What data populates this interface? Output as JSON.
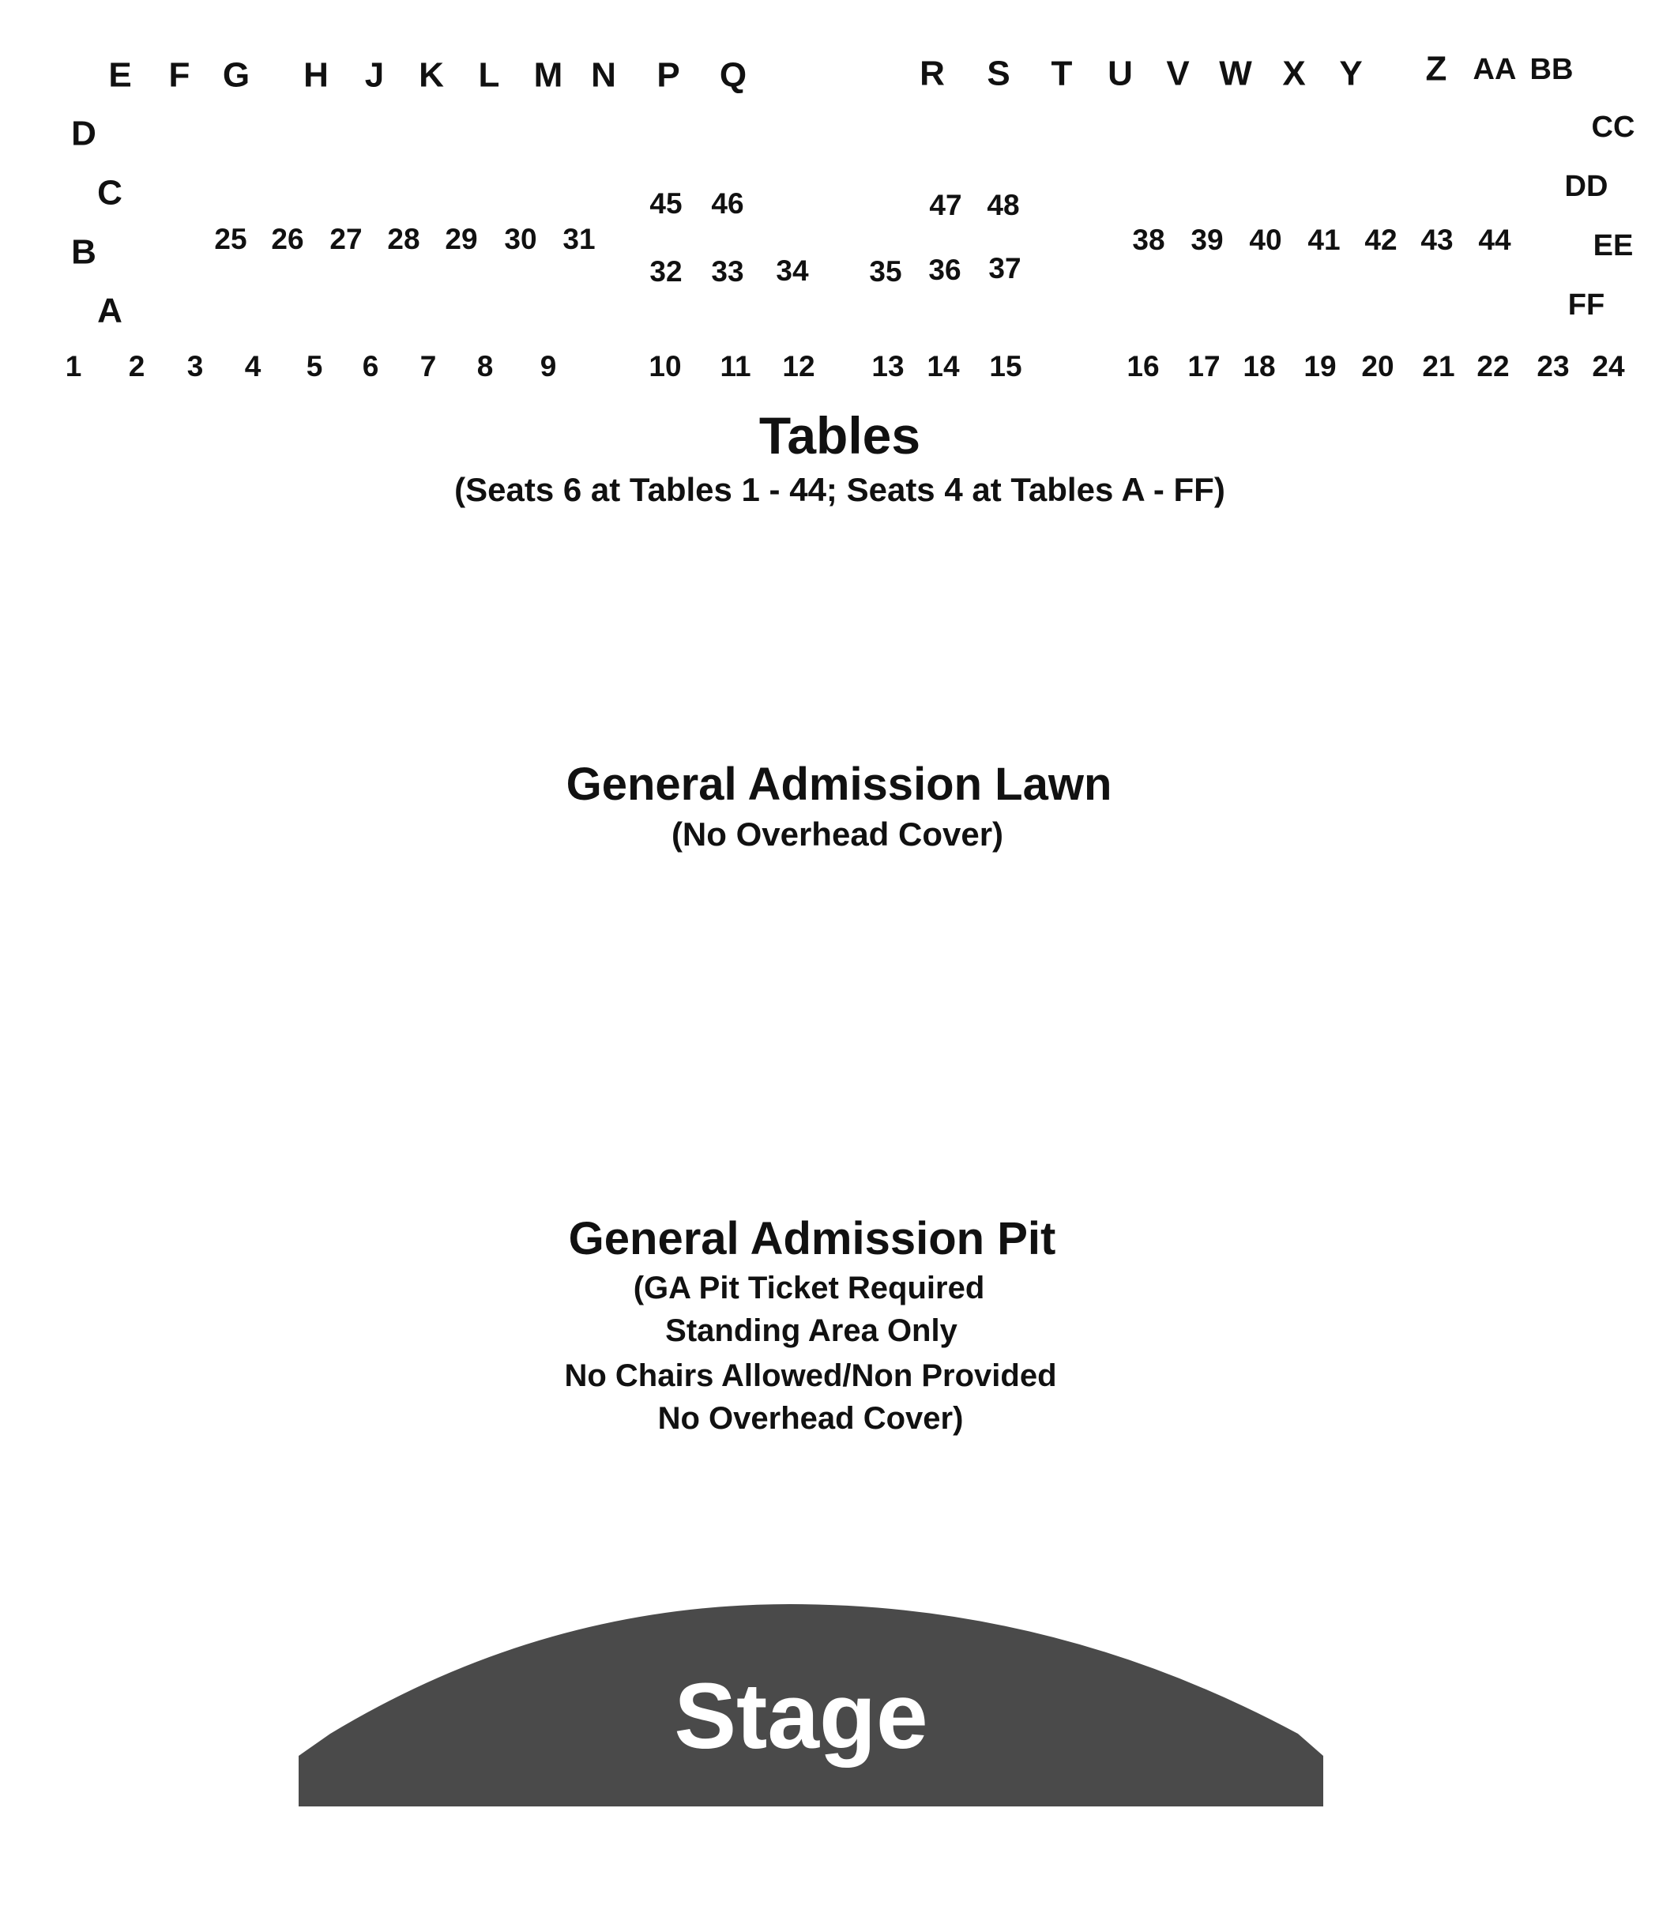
{
  "colors": {
    "stage_fill": "#4a4a4a",
    "stage_text": "#ffffff",
    "label_text": "#111111",
    "background": "#ffffff"
  },
  "tables": {
    "letter_tables": [
      "A",
      "B",
      "C",
      "D",
      "E",
      "F",
      "G",
      "H",
      "J",
      "K",
      "L",
      "M",
      "N",
      "P",
      "Q",
      "R",
      "S",
      "T",
      "U",
      "V",
      "W",
      "X",
      "Y",
      "Z",
      "AA",
      "BB",
      "CC",
      "DD",
      "EE",
      "FF"
    ],
    "number_tables": [
      "1",
      "2",
      "3",
      "4",
      "5",
      "6",
      "7",
      "8",
      "9",
      "10",
      "11",
      "12",
      "13",
      "14",
      "15",
      "16",
      "17",
      "18",
      "19",
      "20",
      "21",
      "22",
      "23",
      "24",
      "25",
      "26",
      "27",
      "28",
      "29",
      "30",
      "31",
      "32",
      "33",
      "34",
      "35",
      "36",
      "37",
      "38",
      "39",
      "40",
      "41",
      "42",
      "43",
      "44",
      "45",
      "46",
      "47",
      "48"
    ]
  },
  "sections": {
    "tables": {
      "title": "Tables",
      "subtitle": "(Seats 6 at Tables 1 - 44; Seats 4 at Tables A - FF)"
    },
    "lawn": {
      "title": "General Admission Lawn",
      "subtitle": "(No Overhead Cover)"
    },
    "pit": {
      "title": "General Admission Pit",
      "lines": [
        "(GA Pit Ticket Required",
        "Standing Area Only",
        "No Chairs Allowed/Non Provided",
        "No Overhead Cover)"
      ]
    },
    "stage": {
      "label": "Stage"
    }
  }
}
